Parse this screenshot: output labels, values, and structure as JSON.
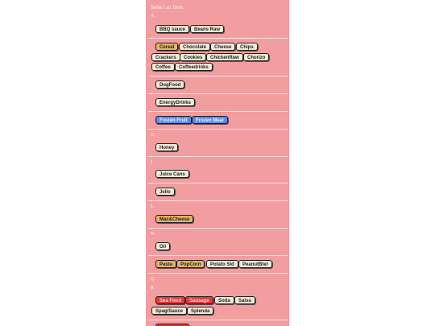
{
  "panel": {
    "title": "Select an Item",
    "letters": {
      "a": "A",
      "o": "O",
      "j": "J",
      "l": "L",
      "n": "N",
      "q": "Q",
      "r": "R"
    },
    "items": {
      "bbq_sauce": "BBQ sauce",
      "beans_raw": "Beans Raw",
      "cereal": "Cereal",
      "chocolate": "Chocolate",
      "cheese": "Cheese",
      "chips": "Chips",
      "crackers": "Crackers",
      "cookies": "Cookies",
      "chicken_raw": "ChickenRaw",
      "chorizo": "Chorizo",
      "coffee": "Coffee",
      "coffeedrinks": "Coffeedrinks",
      "dog_food": "DogFood",
      "energy_drinks": "EnergyDrinks",
      "frozen_fruit": "Frozen Fruit",
      "frozen_meal": "Frozen Meal",
      "honey": "Honey",
      "juice_cans": "Juice Cans",
      "jello": "Jello",
      "mac_cheese": "Mac&Cheese",
      "oil": "Oil",
      "pasta": "Pasta",
      "popcorn": "PopCorn",
      "potato_sld": "Potato Sld",
      "peanut_bter": "PeanutBter",
      "sea_food": "Sea Food",
      "sausage": "Sausage",
      "soda": "Soda",
      "salsa": "Salsa",
      "spag_sauce": "Spag/Sauce",
      "splenda": "Splenda"
    },
    "colors": {
      "panel_bg": "#f29d9f",
      "chip_default": "#f1ead7",
      "chip_selected": "#e0b567",
      "chip_blue": "#5d89e6",
      "chip_red": "#e2393d"
    }
  }
}
